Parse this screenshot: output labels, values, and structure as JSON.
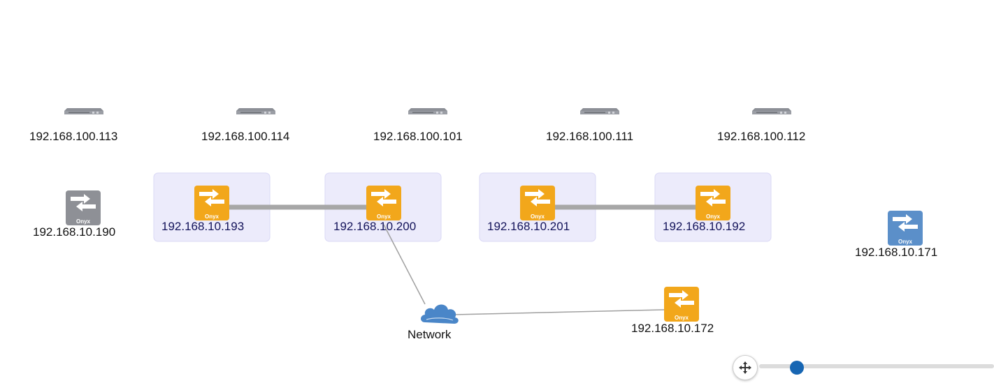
{
  "hosts": [
    {
      "label": "192.168.100.113"
    },
    {
      "label": "192.168.100.114"
    },
    {
      "label": "192.168.100.101"
    },
    {
      "label": "192.168.100.111"
    },
    {
      "label": "192.168.100.112"
    }
  ],
  "switches": {
    "s190": {
      "label": "192.168.10.190",
      "badge": "Onyx",
      "color": "#8e9096"
    },
    "s193": {
      "label": "192.168.10.193",
      "badge": "Onyx",
      "color": "#f2a71b"
    },
    "s200": {
      "label": "192.168.10.200",
      "badge": "Onyx",
      "color": "#f2a71b"
    },
    "s201": {
      "label": "192.168.10.201",
      "badge": "Onyx",
      "color": "#f2a71b"
    },
    "s192": {
      "label": "192.168.10.192",
      "badge": "Onyx",
      "color": "#f2a71b"
    },
    "s171": {
      "label": "192.168.10.171",
      "badge": "Onyx",
      "color": "#5b8fc9"
    },
    "s172": {
      "label": "192.168.10.172",
      "badge": "Onyx",
      "color": "#f2a71b"
    }
  },
  "cloud": {
    "label": "Network",
    "color": "#4a86c8"
  },
  "icons": {
    "host": "server-icon",
    "switch": "network-switch-icon",
    "cloud": "cloud-icon",
    "zoom": "pan-icon"
  },
  "colors": {
    "group_bg": "#ecebfb",
    "trunk_link": "#a7a7a7",
    "thin_link": "#a0a0a0",
    "zoom_accent": "#1766b3"
  }
}
